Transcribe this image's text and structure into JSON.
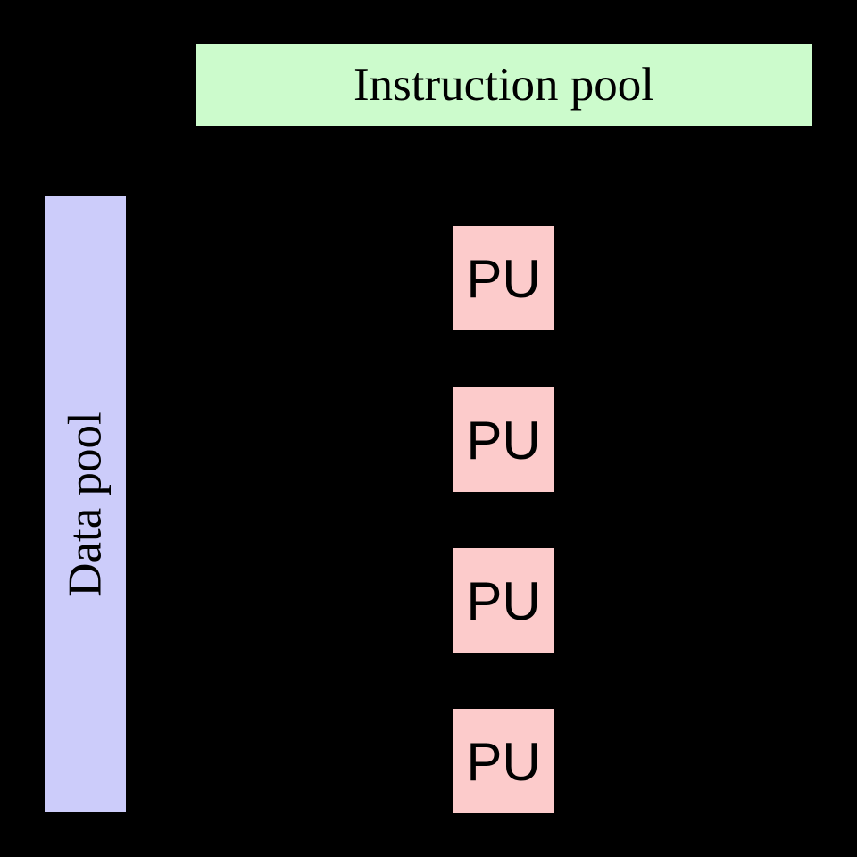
{
  "diagram": {
    "kind": "simd-flynn-taxonomy-diagram",
    "background_color": "#000000",
    "instruction_pool": {
      "label": "Instruction pool",
      "fill_color": "#CCFBCC",
      "text_color": "#000000"
    },
    "data_pool": {
      "label": "Data pool",
      "fill_color": "#CCCCFA",
      "text_color": "#000000",
      "orientation": "rotated-90-ccw"
    },
    "processing_units": {
      "fill_color": "#FCCBCB",
      "text_color": "#000000",
      "items": [
        {
          "label": "PU"
        },
        {
          "label": "PU"
        },
        {
          "label": "PU"
        },
        {
          "label": "PU"
        }
      ]
    }
  }
}
